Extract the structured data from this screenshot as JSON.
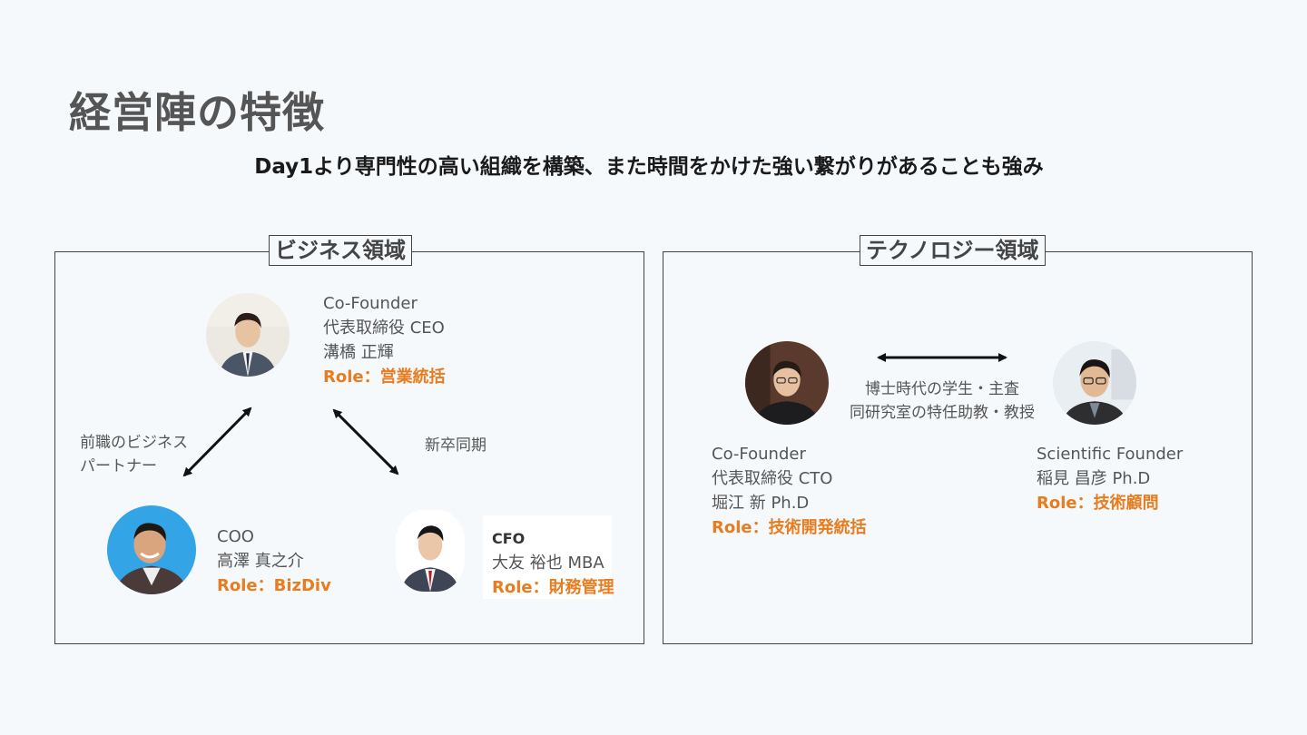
{
  "title": "経営陣の特徴",
  "subtitle": "Day1より専門性の高い組織を構築、また時間をかけた強い繋がりがあることも強み",
  "business": {
    "label": "ビジネス領域",
    "ceo": {
      "line1": "Co-Founder",
      "line2": "代表取締役 CEO",
      "line3": "溝橋 正輝",
      "role": "Role：営業統括"
    },
    "coo": {
      "line1": "COO",
      "line2": "高澤 真之介",
      "role": "Role：BizDiv"
    },
    "cfo": {
      "line1": "CFO",
      "line2": "大友 裕也 MBA",
      "role": "Role：財務管理"
    },
    "note_left_1": "前職のビジネス",
    "note_left_2": "パートナー",
    "note_right": "新卒同期"
  },
  "technology": {
    "label": "テクノロジー領域",
    "cto": {
      "line1": "Co-Founder",
      "line2": "代表取締役 CTO",
      "line3": "堀江 新 Ph.D",
      "role": "Role：技術開発統括"
    },
    "sci": {
      "line1": "Scientific Founder",
      "line2": "稲見 昌彦 Ph.D",
      "role": "Role：技術顧問"
    },
    "note_1": "博士時代の学生・主査",
    "note_2": "同研究室の特任助教・教授"
  },
  "colors": {
    "accent": "#e87c1e",
    "background": "#f6f9fc"
  }
}
